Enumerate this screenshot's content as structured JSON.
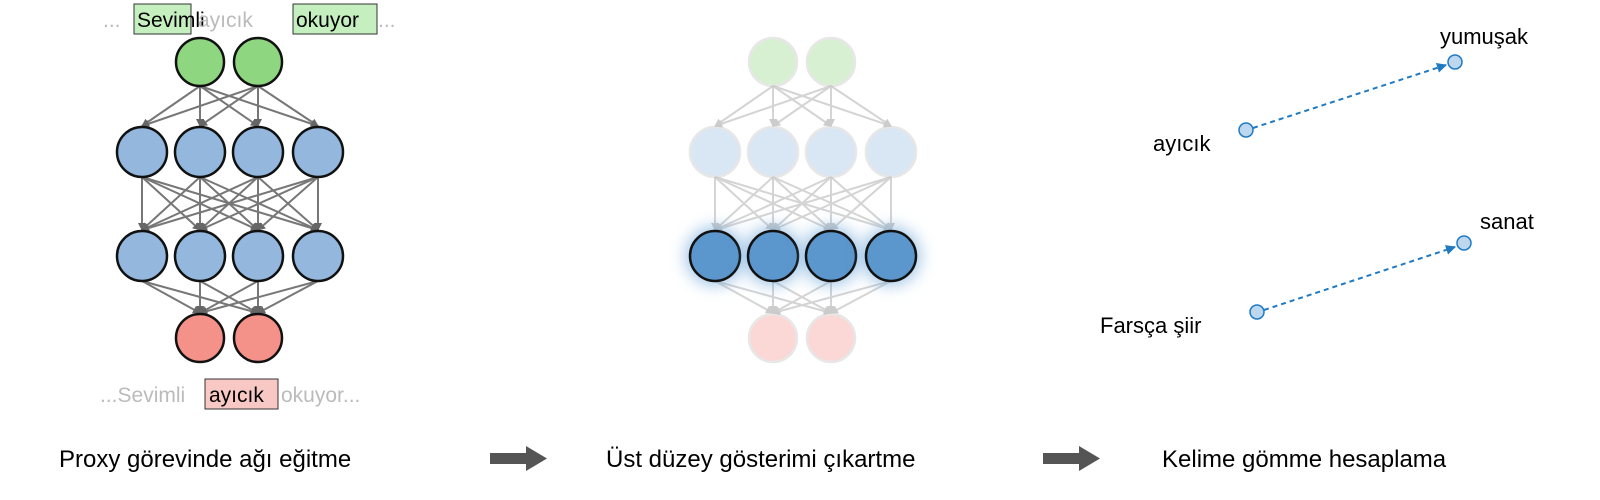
{
  "left_panel": {
    "top_sentence": {
      "prefix": "...",
      "word1": "Sevimli",
      "word2": "ayıcık",
      "word3": "okuyor",
      "suffix": "..."
    },
    "bottom_sentence": {
      "prefix": "...Sevimli",
      "target": "ayıcık",
      "suffix": "okuyor..."
    },
    "caption": "Proxy görevinde ağı eğitme"
  },
  "middle_panel": {
    "caption": "Üst düzey gösterimi çıkartme"
  },
  "right_panel": {
    "caption": "Kelime gömme hesaplama",
    "pairs": [
      {
        "from": "ayıcık",
        "to": "yumuşak"
      },
      {
        "from": "Farsça şiir",
        "to": "sanat"
      }
    ]
  },
  "colors": {
    "input": "#8fd680",
    "hidden": "#94b8dd",
    "output": "#f4928a",
    "highlight_box": "#c6efc0",
    "target_box": "#f8c8c4",
    "embed": "#1f7ac4",
    "arrow": "#555555"
  }
}
